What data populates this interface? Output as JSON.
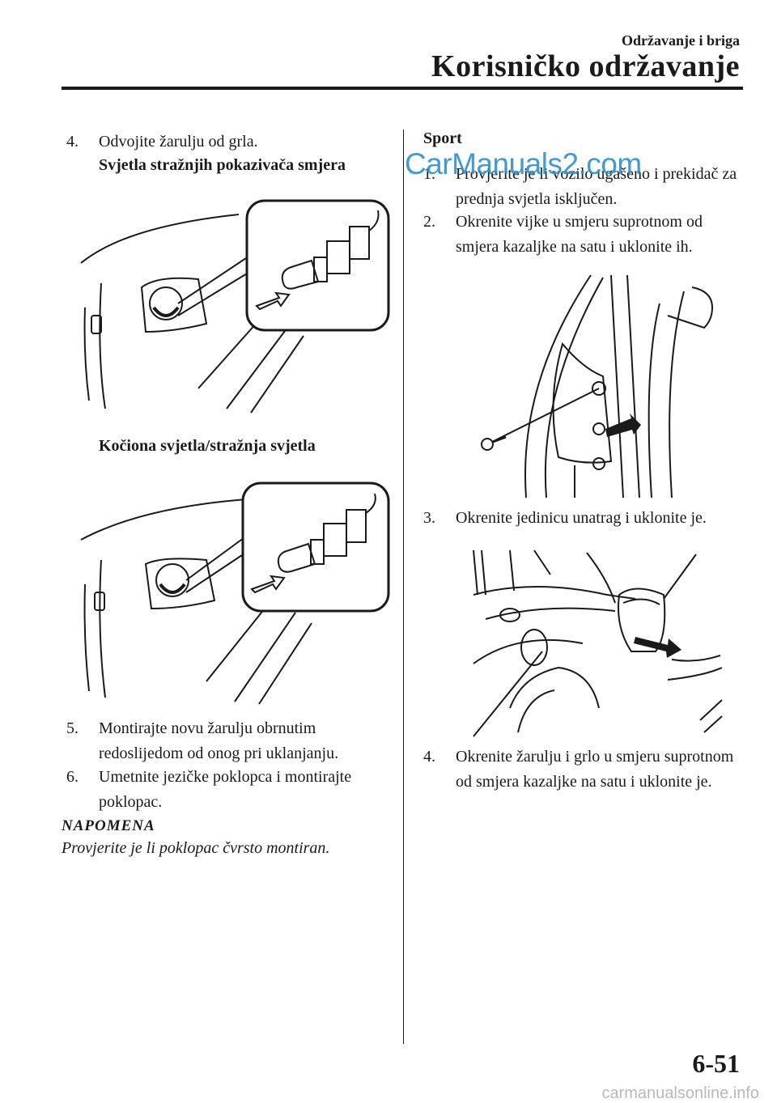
{
  "header": {
    "section": "Održavanje i briga",
    "title": "Korisničko održavanje"
  },
  "left": {
    "step4": {
      "num": "4.",
      "text": "Odvojite žarulju od grla."
    },
    "caption1": "Svjetla stražnjih pokazivača smjera",
    "caption2": "Kočiona svjetla/stražnja svjetla",
    "step5": {
      "num": "5.",
      "text": "Montirajte novu žarulju obrnutim redoslijedom od onog pri uklanjanju."
    },
    "step6": {
      "num": "6.",
      "text": "Umetnite jezičke poklopca i montirajte poklopac."
    },
    "note_title": "NAPOMENA",
    "note_text": "Provjerite je li poklopac čvrsto montiran."
  },
  "right": {
    "heading": "Sport",
    "step1": {
      "num": "1.",
      "text": "Provjerite je li vozilo ugašeno i prekidač za prednja svjetla isključen."
    },
    "step2": {
      "num": "2.",
      "text": "Okrenite vijke u smjeru suprotnom od smjera kazaljke na satu i uklonite ih."
    },
    "step3": {
      "num": "3.",
      "text": "Okrenite jedinicu unatrag i uklonite je."
    },
    "step4": {
      "num": "4.",
      "text": "Okrenite žarulju i grlo u smjeru suprotnom od smjera kazaljke na satu i uklonite je."
    }
  },
  "watermark": "CarManuals2.com",
  "page_number": "6-51",
  "footer_watermark": "carmanualsonline.info"
}
